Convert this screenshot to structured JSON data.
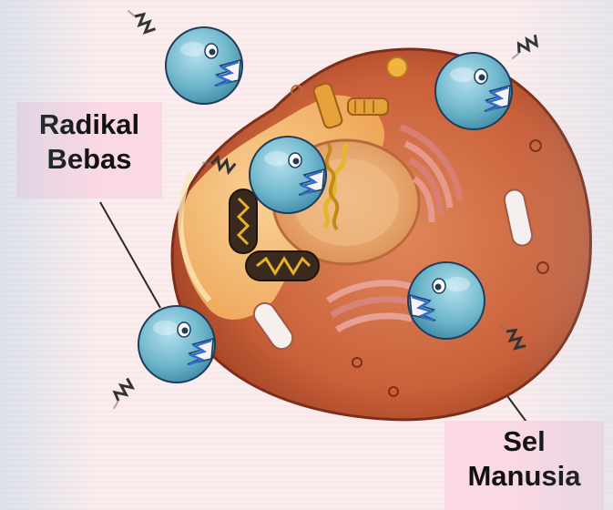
{
  "labels": {
    "free_radicals": {
      "line1": "Radikal",
      "line2": "Bebas"
    },
    "human_cell": {
      "line1": "Sel",
      "line2": "Manusia"
    }
  },
  "colors": {
    "radical_body": "#6fb7cc",
    "radical_outline": "#1f3d5a",
    "cell_outer": "#c9603a",
    "cell_inner": "#f4b46c",
    "nucleus": "#e7a468",
    "label_box": "#fad8e4",
    "zigzag": "#2f6fd0"
  },
  "icons": {
    "radical": "free-radical-molecule-icon",
    "dna": "dna-helix-icon",
    "mitochondrion": "mitochondrion-icon",
    "centriole": "centriole-icon",
    "golgi": "golgi-apparatus-icon",
    "vacuole": "vacuole-icon"
  }
}
